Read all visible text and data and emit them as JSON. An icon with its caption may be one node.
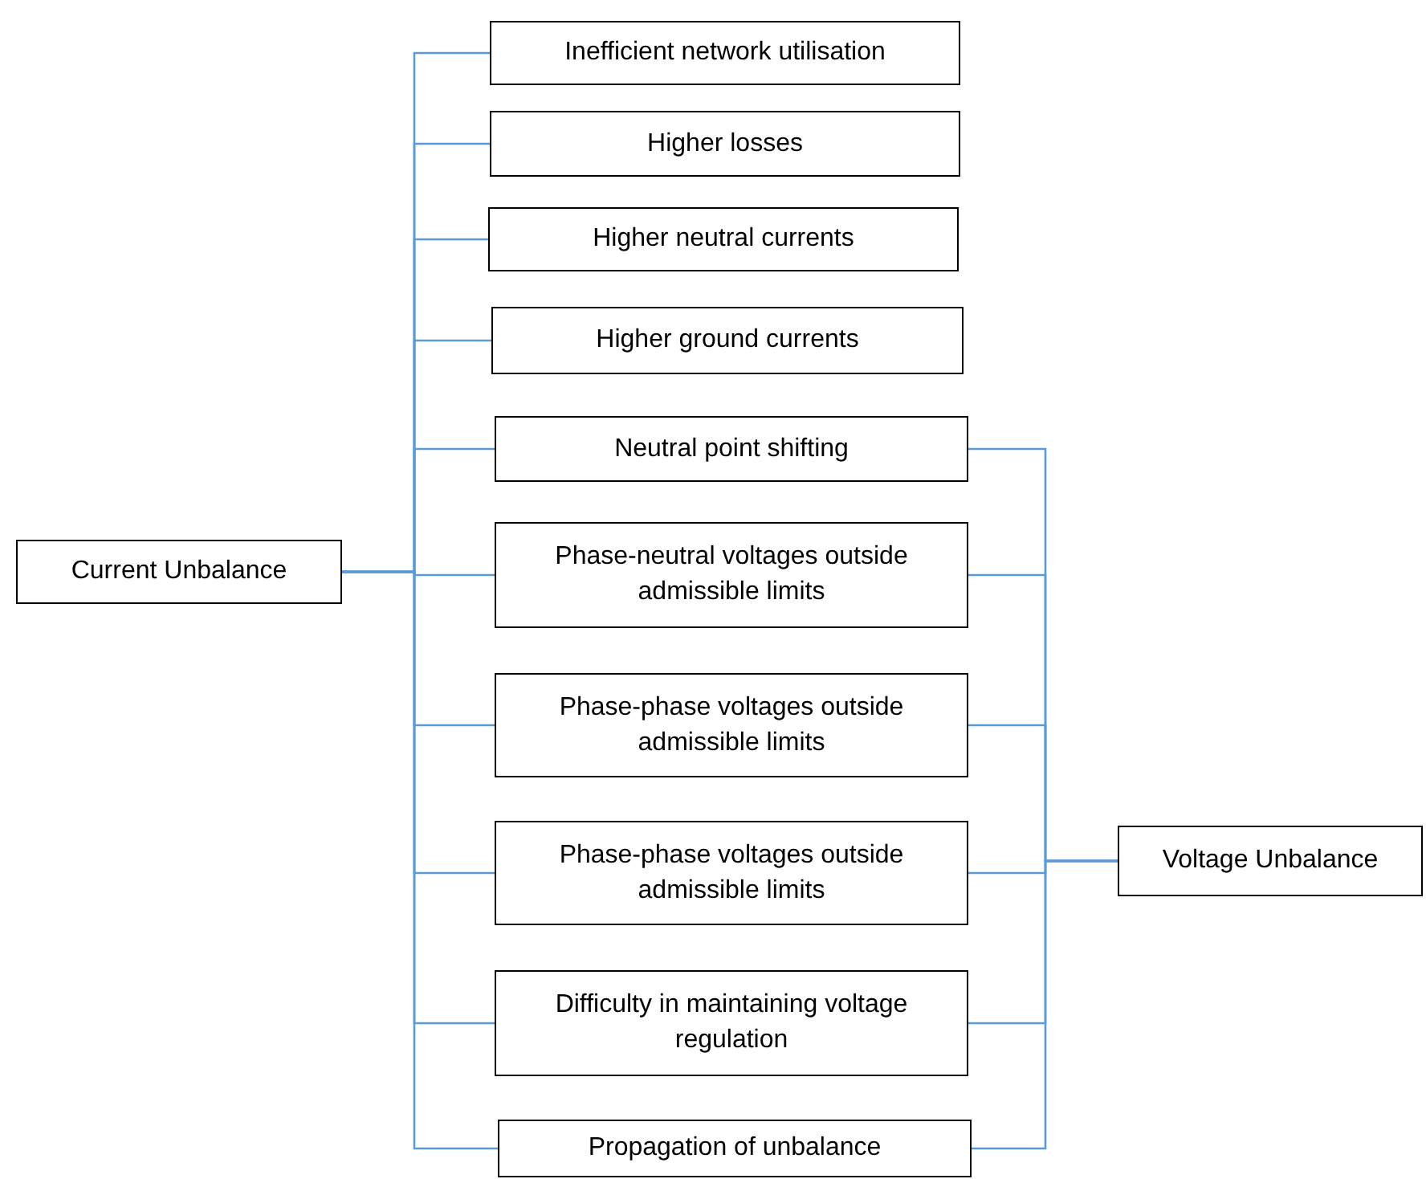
{
  "diagram": {
    "nodes": [
      {
        "text": [
          "Current Unbalance"
        ]
      },
      {
        "text": [
          "Inefficient network utilisation"
        ]
      },
      {
        "text": [
          "Higher losses"
        ]
      },
      {
        "text": [
          "Higher neutral currents"
        ]
      },
      {
        "text": [
          "Higher ground currents"
        ]
      },
      {
        "text": [
          "Neutral point shifting"
        ]
      },
      {
        "text": [
          "Phase-neutral voltages outside admissible limits"
        ]
      },
      {
        "text": [
          "Phase-phase voltages outside admissible limits"
        ]
      },
      {
        "text": [
          "Phase-phase voltages outside admissible limits"
        ]
      },
      {
        "text": [
          "Difficulty in maintaining voltage regulation"
        ]
      },
      {
        "text": [
          "Propagation of unbalance"
        ]
      },
      {
        "text": [
          "Voltage Unbalance"
        ]
      }
    ],
    "edges": [
      {
        "from": 0,
        "to": 1,
        "arrow": "none"
      },
      {
        "from": 0,
        "to": 2,
        "arrow": "none"
      },
      {
        "from": 0,
        "to": 3,
        "arrow": "none"
      },
      {
        "from": 0,
        "to": 4,
        "arrow": "none"
      },
      {
        "from": 0,
        "to": 5,
        "arrow": "none"
      },
      {
        "from": 0,
        "to": 6,
        "arrow": "none"
      },
      {
        "from": 0,
        "to": 7,
        "arrow": "none"
      },
      {
        "from": 0,
        "to": 8,
        "arrow": "none"
      },
      {
        "from": 0,
        "to": 9,
        "arrow": "none"
      },
      {
        "from": 0,
        "to": 10,
        "arrow": "none"
      },
      {
        "from": 11,
        "to": 5,
        "arrow": "none"
      },
      {
        "from": 11,
        "to": 6,
        "arrow": "none"
      },
      {
        "from": 11,
        "to": 7,
        "arrow": "none"
      },
      {
        "from": 11,
        "to": 8,
        "arrow": "none"
      },
      {
        "from": 11,
        "to": 9,
        "arrow": "none"
      },
      {
        "from": 11,
        "to": 10,
        "arrow": "none"
      }
    ]
  }
}
